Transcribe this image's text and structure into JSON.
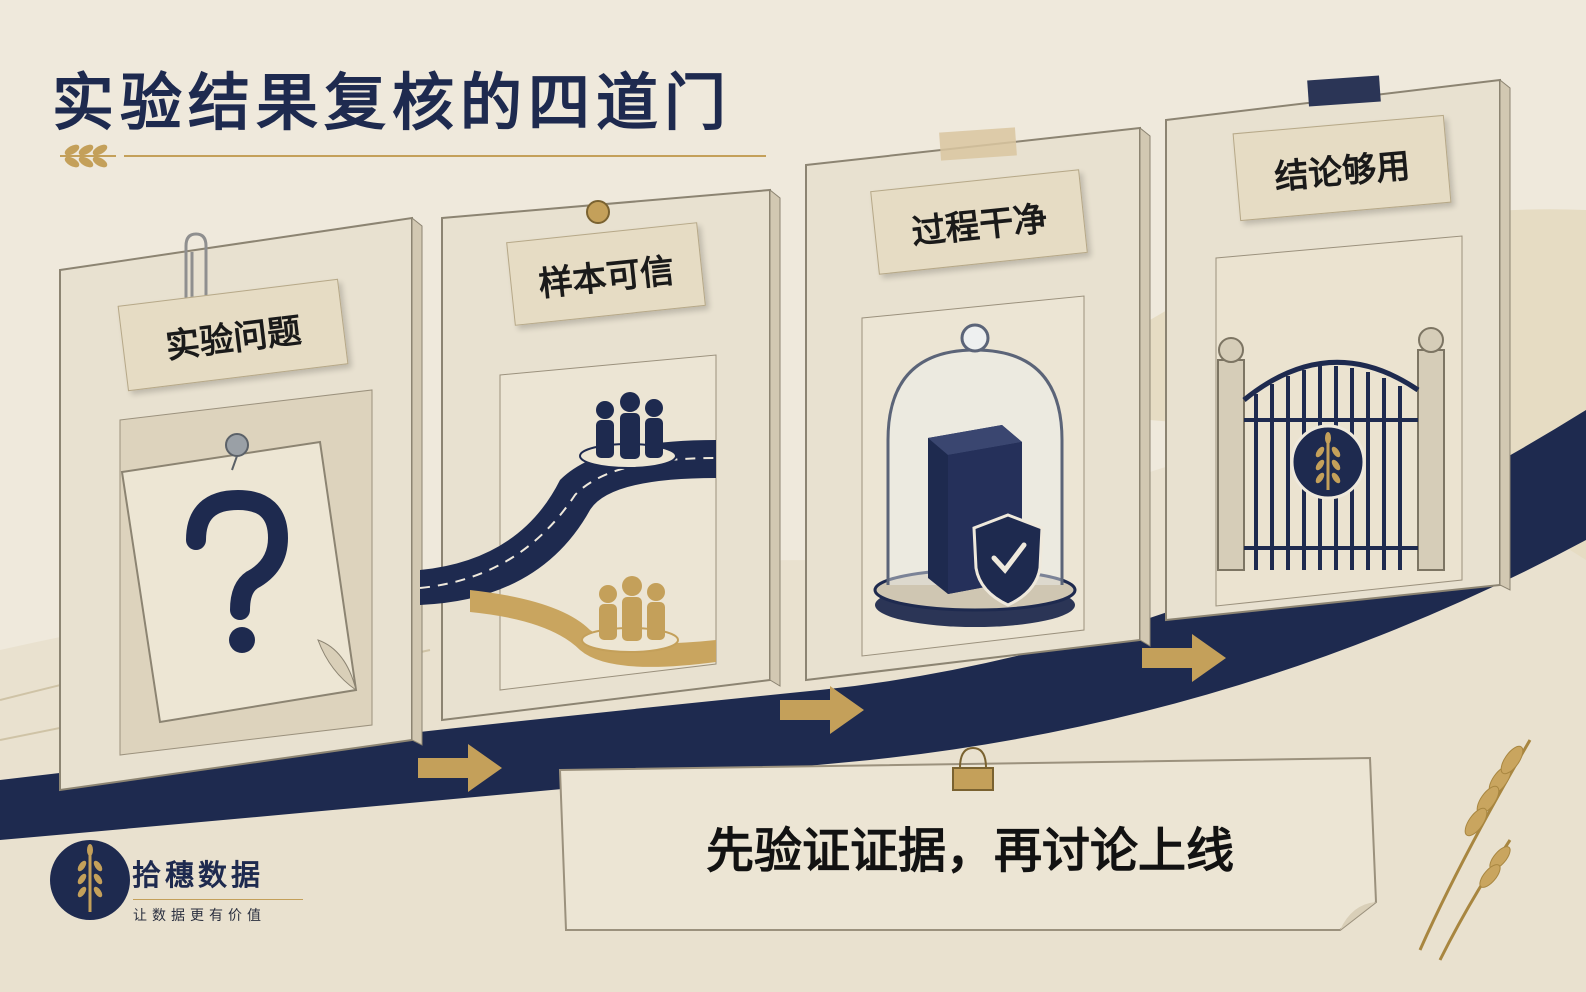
{
  "title": "实验结果复核的四道门",
  "gates": [
    {
      "label": "实验问题",
      "icon": "question-mark-icon"
    },
    {
      "label": "样本可信",
      "icon": "people-icon"
    },
    {
      "label": "过程干净",
      "icon": "glass-dome-icon"
    },
    {
      "label": "结论够用",
      "icon": "wheat-gate-icon"
    }
  ],
  "slogan": "先验证证据，再讨论上线",
  "brand": {
    "name": "拾穗数据",
    "tagline": "让数据更有价值"
  },
  "colors": {
    "navy": "#1e2a4f",
    "gold": "#c4a05a",
    "paper": "#efe9dc",
    "stone": "#e8e1d0"
  }
}
